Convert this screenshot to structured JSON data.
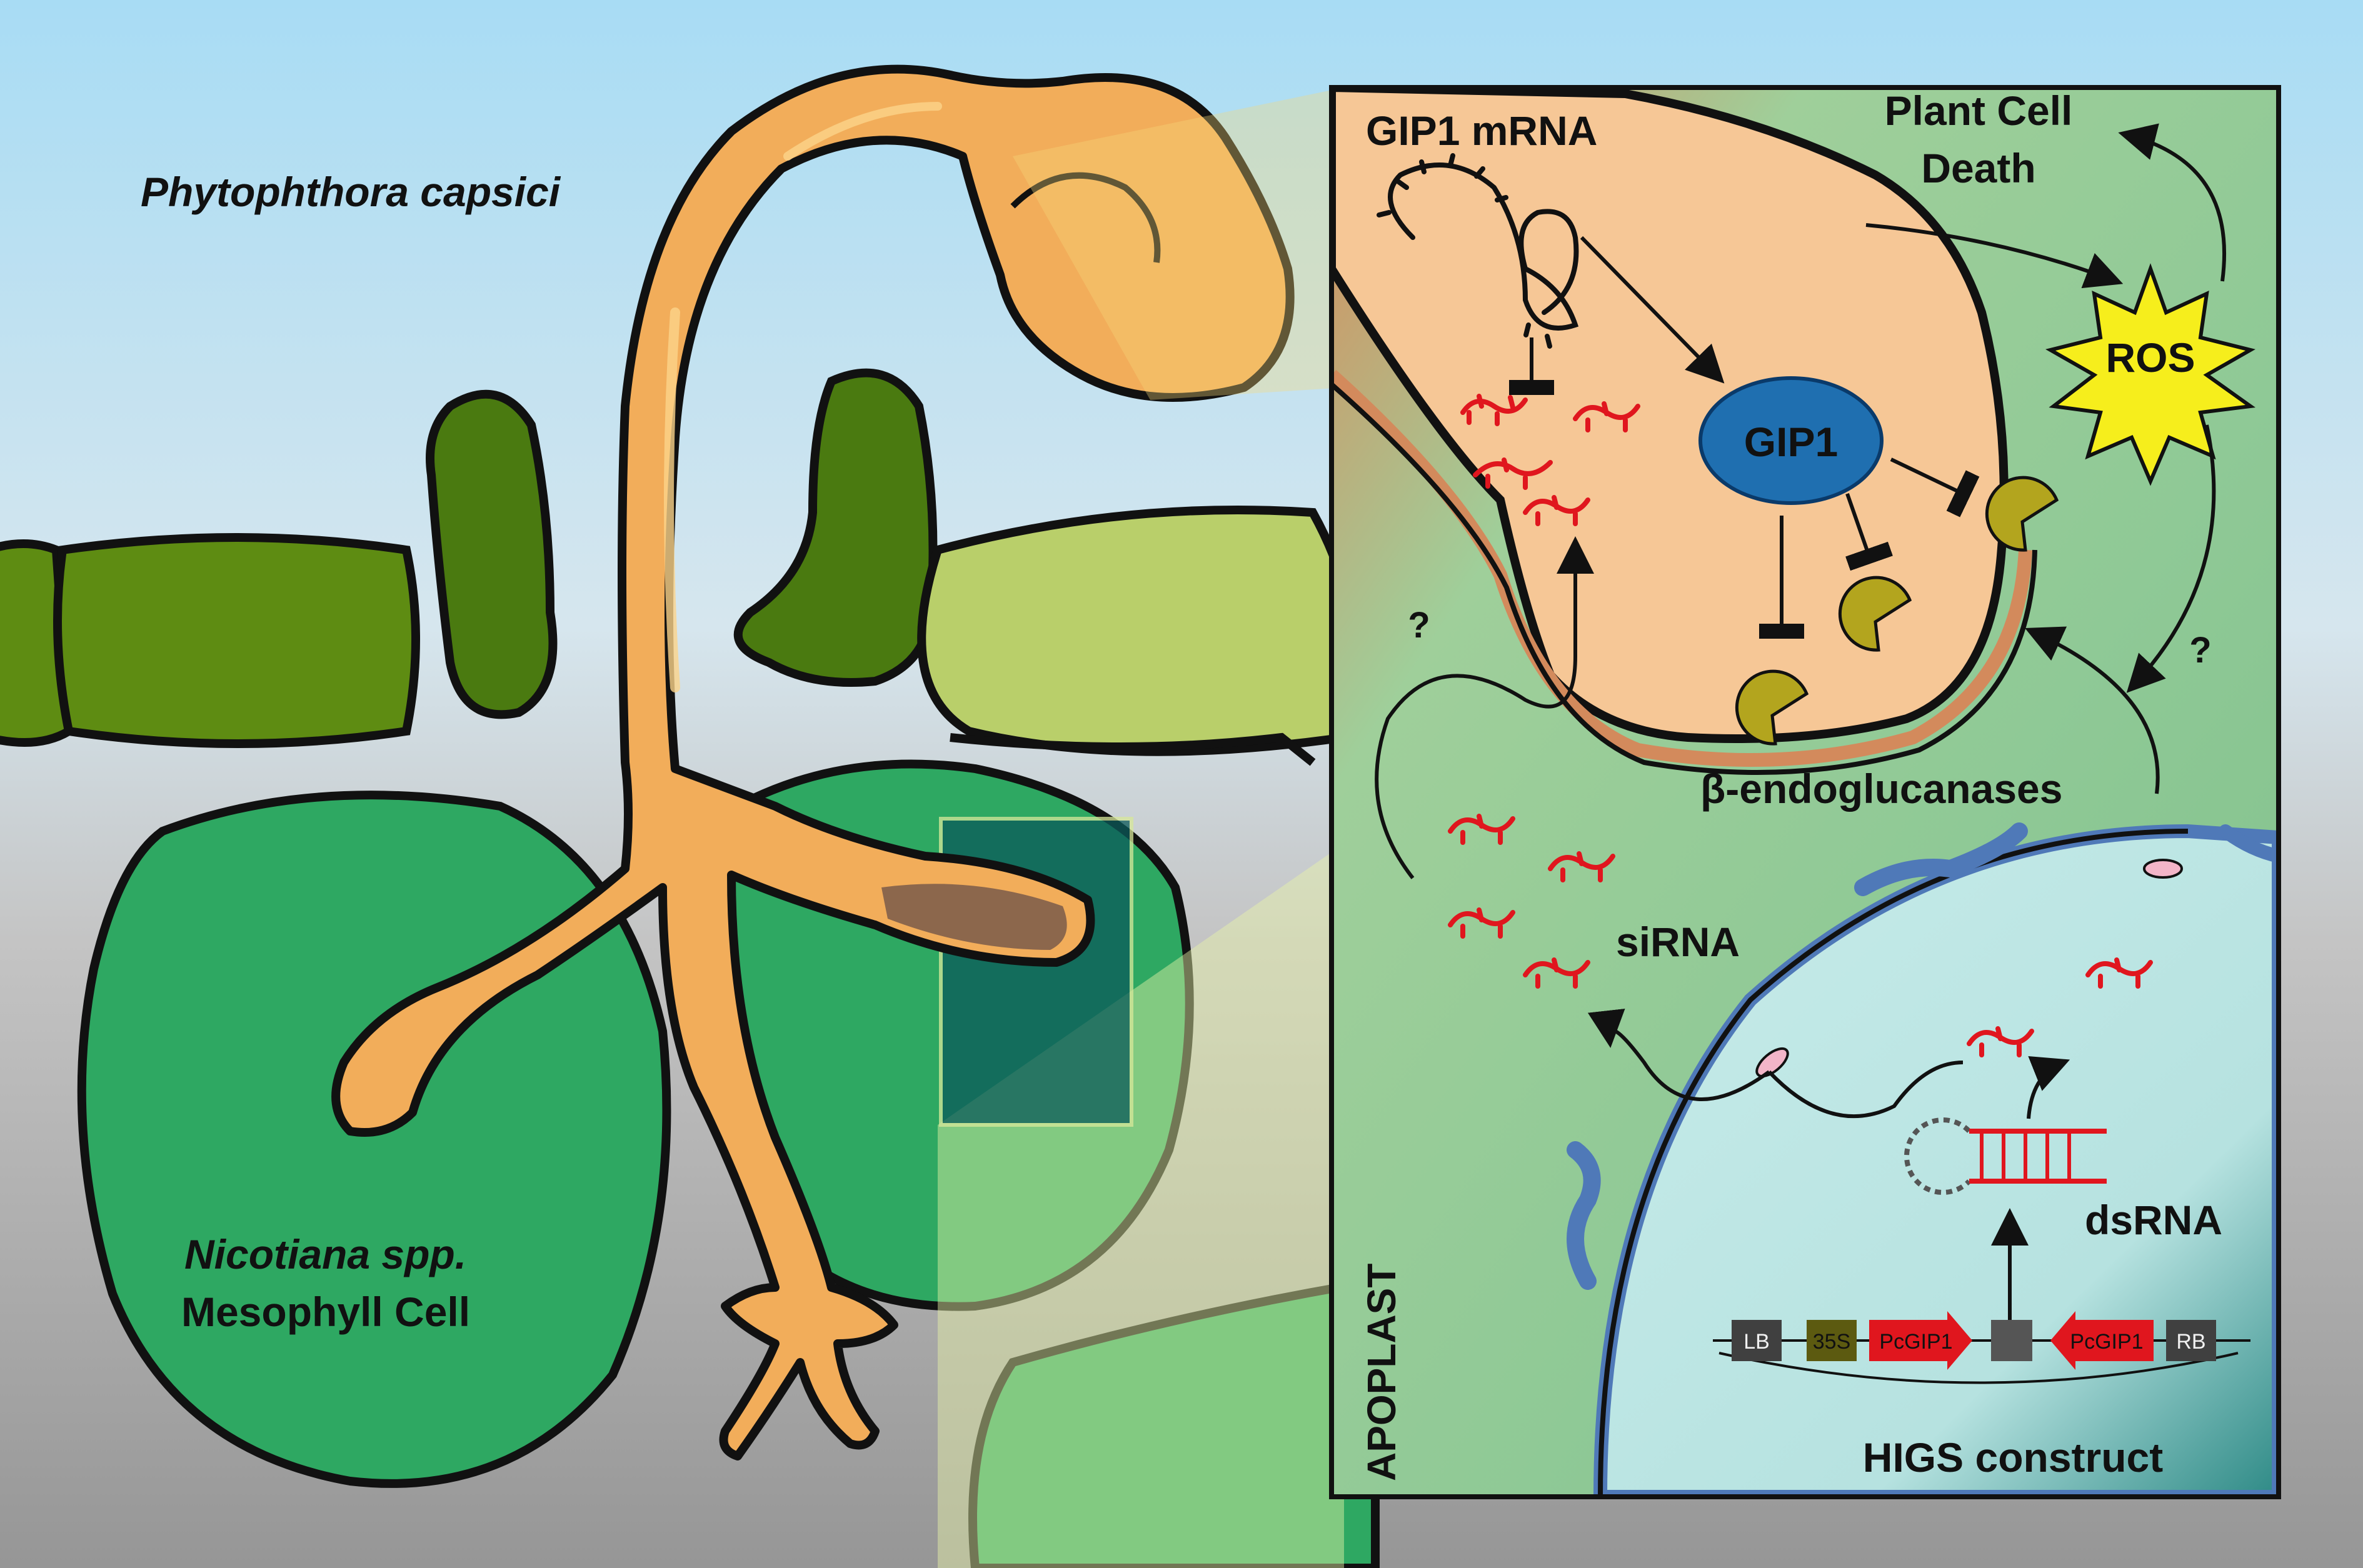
{
  "labels": {
    "organism": "Phytophthora capsici",
    "host_line1": "Nicotiana spp.",
    "host_line2": "Mesophyll Cell",
    "gip1_mrna": "GIP1 mRNA",
    "plant_cell_death_1": "Plant Cell",
    "plant_cell_death_2": "Death",
    "ros": "ROS",
    "gip1": "GIP1",
    "question_1": "?",
    "question_2": "?",
    "endoglucanases": "β-endoglucanases",
    "sirna": "siRNA",
    "dsrna": "dsRNA",
    "apoplast": "APOPLAST",
    "higs_construct": "HIGS construct"
  },
  "construct": {
    "lb": "LB",
    "promoter": "35S",
    "pcgip1_fwd": "PcGIP1",
    "spacer": "",
    "pcgip1_rev": "PcGIP1",
    "rb": "RB"
  },
  "colors": {
    "sky_top": "#a8dcf4",
    "ground": "#9a9a9a",
    "hypha": "#f2ad5a",
    "plant_cell": "#2ea862",
    "chain_cell": "#5e8c12",
    "inset_bg": "#8fc996",
    "haustorium": "#f6c796",
    "nucleus": "#bfe6e4",
    "gip1": "#1f6fb0",
    "ros": "#f6ee1c",
    "sirna": "#e0161e",
    "construct_red": "#e0161e",
    "construct_dark": "#404040",
    "construct_olive": "#5c5a10"
  }
}
